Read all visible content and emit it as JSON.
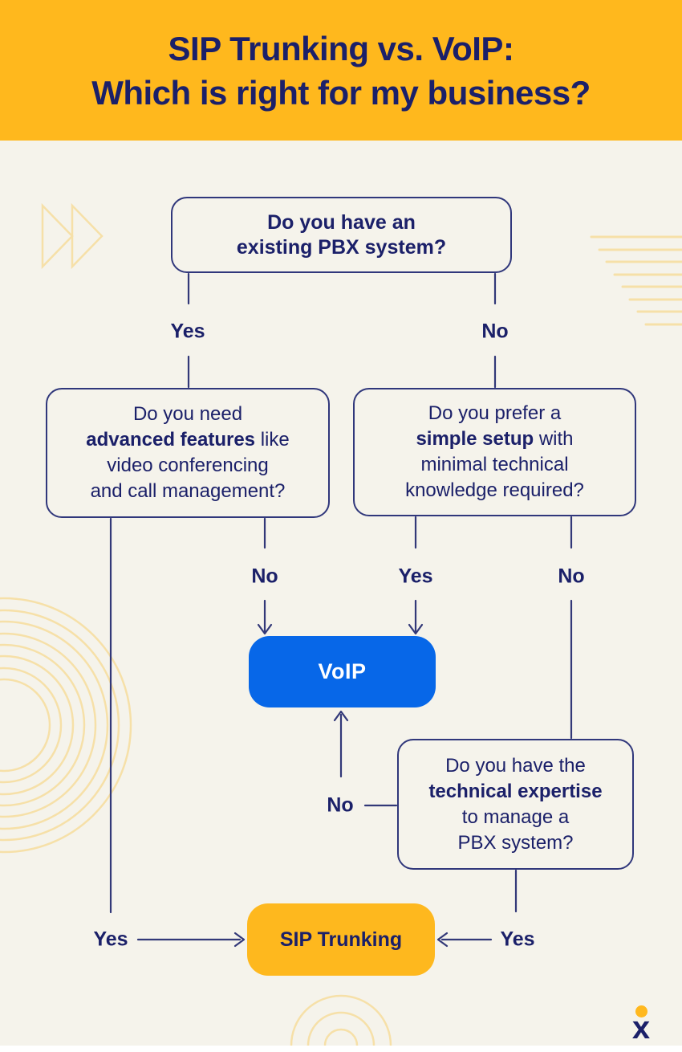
{
  "header": {
    "title_line1": "SIP Trunking vs. VoIP:",
    "title_line2": "Which is right for my business?"
  },
  "flowchart": {
    "q_pbx": {
      "line1": "Do you have an",
      "line2": "existing PBX system?"
    },
    "q_features": {
      "line1": "Do you need",
      "line2_bold": "advanced features",
      "line2_rest": " like",
      "line3": "video conferencing",
      "line4": "and call management?"
    },
    "q_setup": {
      "line1": "Do you prefer a",
      "line2_bold": "simple setup",
      "line2_rest": " with",
      "line3": "minimal technical",
      "line4": "knowledge required?"
    },
    "q_expertise": {
      "line1": "Do you have the",
      "line2_bold": "technical expertise",
      "line3": "to manage a",
      "line4": "PBX system?"
    },
    "result_voip": "VoIP",
    "result_sip": "SIP Trunking",
    "labels": {
      "pbx_yes": "Yes",
      "pbx_no": "No",
      "features_no": "No",
      "setup_yes": "Yes",
      "setup_no": "No",
      "expertise_no": "No",
      "features_yes": "Yes",
      "expertise_yes": "Yes"
    }
  },
  "logo": {
    "letter": "x"
  },
  "colors": {
    "header_yellow": "#FFB81D",
    "sip_yellow": "#FEB81E",
    "voip_blue": "#0767E8",
    "navy": "#1B2069",
    "cream_background": "#F5F3EB",
    "decoration_yellow": "#F6E0A8"
  }
}
